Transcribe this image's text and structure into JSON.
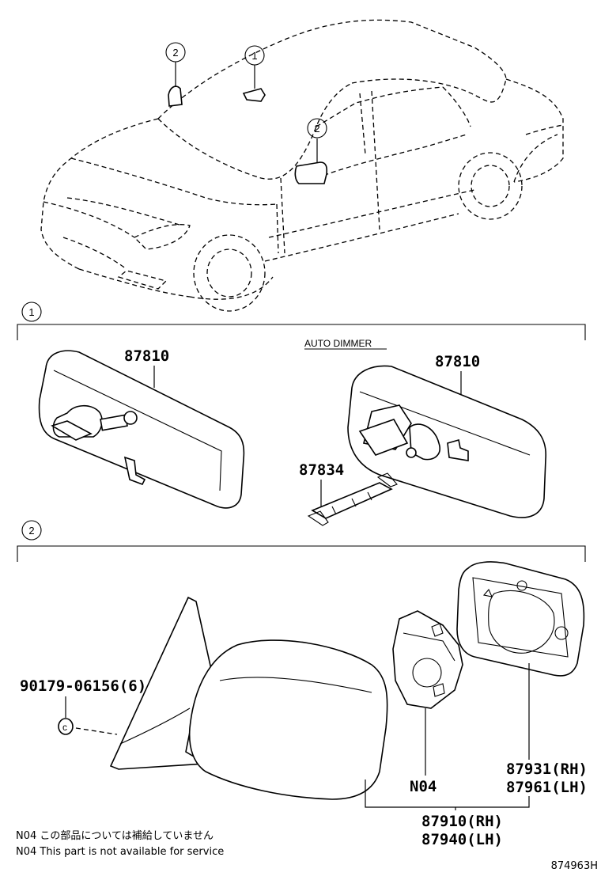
{
  "callouts": {
    "top_left": "2",
    "top_mid": "1",
    "top_right": "2",
    "section_1": "1",
    "section_2": "2"
  },
  "section_1": {
    "auto_dimmer_label": "AUTO DIMMER",
    "mirror_std_part": "87810",
    "mirror_auto_part": "87810",
    "bracket_part": "87834"
  },
  "section_2": {
    "screw_part": "90179-06156(6)",
    "actuator_part": "N04",
    "glass_rh": "87931(RH)",
    "glass_lh": "87961(LH)",
    "assy_rh": "87910(RH)",
    "assy_lh": "87940(LH)"
  },
  "notes": {
    "jp": "N04 この部品については補給していません",
    "en": "N04 This part is not available for service"
  },
  "diagram_id": "874963H"
}
